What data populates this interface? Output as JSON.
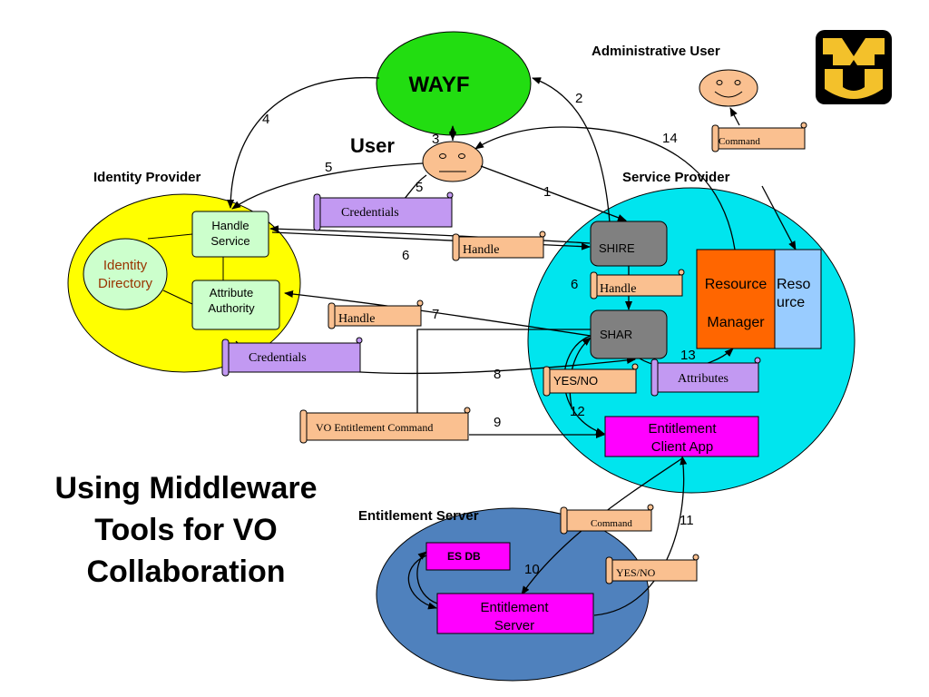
{
  "title": {
    "line1": "Using Middleware",
    "line2": "Tools for VO",
    "line3": "Collaboration"
  },
  "nodes": {
    "wayf": "WAYF",
    "user": "User",
    "admin_user": "Administrative User",
    "identity_provider": "Identity Provider",
    "service_provider": "Service Provider",
    "entitlement_server_group": "Entitlement Server",
    "handle_service_line1": "Handle",
    "handle_service_line2": "Service",
    "attribute_authority_line1": "Attribute",
    "attribute_authority_line2": "Authority",
    "identity_directory_line1": "Identity",
    "identity_directory_line2": "Directory",
    "shire": "SHIRE",
    "shar": "SHAR",
    "resource_manager_line1": "Resource",
    "resource_manager_line2": "Manager",
    "resource_line1": "Reso",
    "resource_line2": "urce",
    "ent_client_line1": "Entitlement",
    "ent_client_line2": "Client App",
    "es_db": "ES DB",
    "ent_server_line1": "Entitlement",
    "ent_server_line2": "Server"
  },
  "scrolls": {
    "credentials_top": "Credentials",
    "handle_mid": "Handle",
    "handle_sp": "Handle",
    "handle_left": "Handle",
    "credentials_bottom": "Credentials",
    "yes_no_sp": "YES/NO",
    "attributes": "Attributes",
    "vo_command": "VO Entitlement Command",
    "command_admin": "Command",
    "command_es": "Command",
    "yes_no_es": "YES/NO"
  },
  "steps": [
    "1",
    "2",
    "3",
    "4",
    "5",
    "5",
    "6",
    "6",
    "7",
    "8",
    "9",
    "10",
    "11",
    "12",
    "13",
    "14"
  ],
  "colors": {
    "wayf": "#22dd11",
    "identity_provider": "#ffff00",
    "service_provider": "#00e5ee",
    "entitlement_server": "#4f81bd",
    "face": "#fac090",
    "light_green_box": "#ccffcc",
    "grey_box": "#808080",
    "resource_manager": "#ff6600",
    "resource": "#99ccff",
    "magenta": "#ff00ff",
    "scroll_orange": "#fac090",
    "scroll_purple": "#c299f2",
    "logo_gold": "#f3c12b"
  },
  "icons": [
    "logo-icon"
  ]
}
